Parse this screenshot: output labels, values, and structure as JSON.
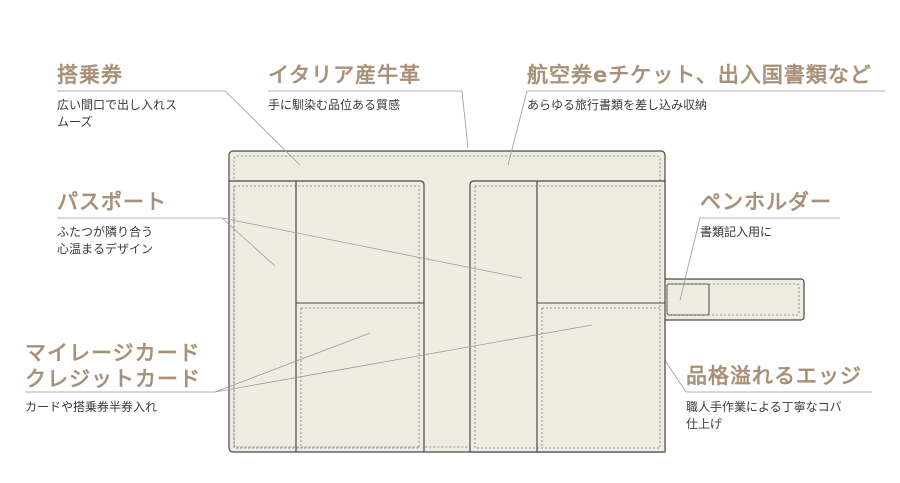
{
  "callouts": {
    "boarding_pass": {
      "title": "搭乗券",
      "desc": "広い間口で出し入れス\nムーズ"
    },
    "leather": {
      "title": "イタリア産牛革",
      "desc": "手に馴染む品位ある質感"
    },
    "tickets": {
      "title": "航空券eチケット、出入国書類など",
      "desc": "あらゆる旅行書類を差し込み収納"
    },
    "passport": {
      "title": "パスポート",
      "desc": "ふたつが隣り合う\n心温まるデザイン"
    },
    "pen_holder": {
      "title": "ペンホルダー",
      "desc": "書類記入用に"
    },
    "cards": {
      "title": "マイレージカード\nクレジットカード",
      "desc": "カードや搭乗券半券入れ"
    },
    "edges": {
      "title": "品格溢れるエッジ",
      "desc": "職人手作業による丁寧なコバ\n仕上げ"
    }
  },
  "colors": {
    "leather": "#efede2",
    "outline": "#4a4a4a",
    "title": "#a89178",
    "leader": "#9a9a9a"
  }
}
